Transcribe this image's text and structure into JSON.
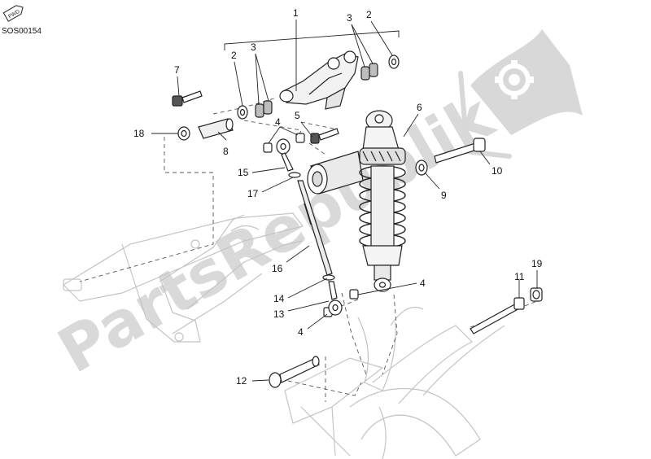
{
  "diagram": {
    "code": "SOS00154",
    "fwd_label": "FWD",
    "watermark": "PartsRepublik",
    "callouts": [
      {
        "id": "c1",
        "text": "1"
      },
      {
        "id": "c2a",
        "text": "2"
      },
      {
        "id": "c2b",
        "text": "2"
      },
      {
        "id": "c3a",
        "text": "3"
      },
      {
        "id": "c3b",
        "text": "3"
      },
      {
        "id": "c4a",
        "text": "4"
      },
      {
        "id": "c4b",
        "text": "4"
      },
      {
        "id": "c4c",
        "text": "4"
      },
      {
        "id": "c5",
        "text": "5"
      },
      {
        "id": "c6",
        "text": "6"
      },
      {
        "id": "c7",
        "text": "7"
      },
      {
        "id": "c8",
        "text": "8"
      },
      {
        "id": "c9",
        "text": "9"
      },
      {
        "id": "c10",
        "text": "10"
      },
      {
        "id": "c11",
        "text": "11"
      },
      {
        "id": "c12",
        "text": "12"
      },
      {
        "id": "c13",
        "text": "13"
      },
      {
        "id": "c14",
        "text": "14"
      },
      {
        "id": "c15",
        "text": "15"
      },
      {
        "id": "c16",
        "text": "16"
      },
      {
        "id": "c17",
        "text": "17"
      },
      {
        "id": "c18",
        "text": "18"
      },
      {
        "id": "c19",
        "text": "19"
      }
    ]
  }
}
